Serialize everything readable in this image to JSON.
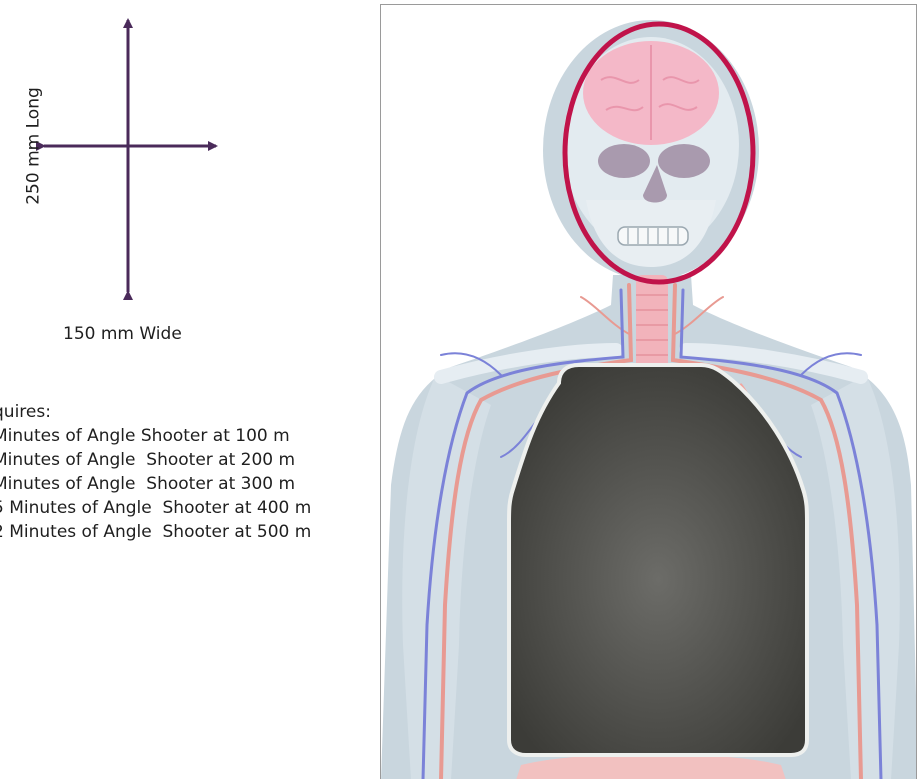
{
  "dimension_labels": {
    "long": "250 mm Long",
    "wide": "150 mm Wide"
  },
  "requirements": {
    "heading": "quires:",
    "lines": [
      "Minutes of Angle Shooter at 100 m",
      "Minutes of Angle  Shooter at 200 m",
      "Minutes of Angle  Shooter at 300 m",
      "5 Minutes of Angle  Shooter at 400 m",
      "2 Minutes of Angle  Shooter at 500 m"
    ]
  },
  "colors": {
    "arrow": "#4a2a5a",
    "head_target_outline": "#c0134a",
    "plate": "#4a4a46",
    "body_silhouette": "#c9d6de",
    "brain": "#f4b8c8",
    "artery": "#e89a92",
    "vein": "#7b82d8"
  }
}
